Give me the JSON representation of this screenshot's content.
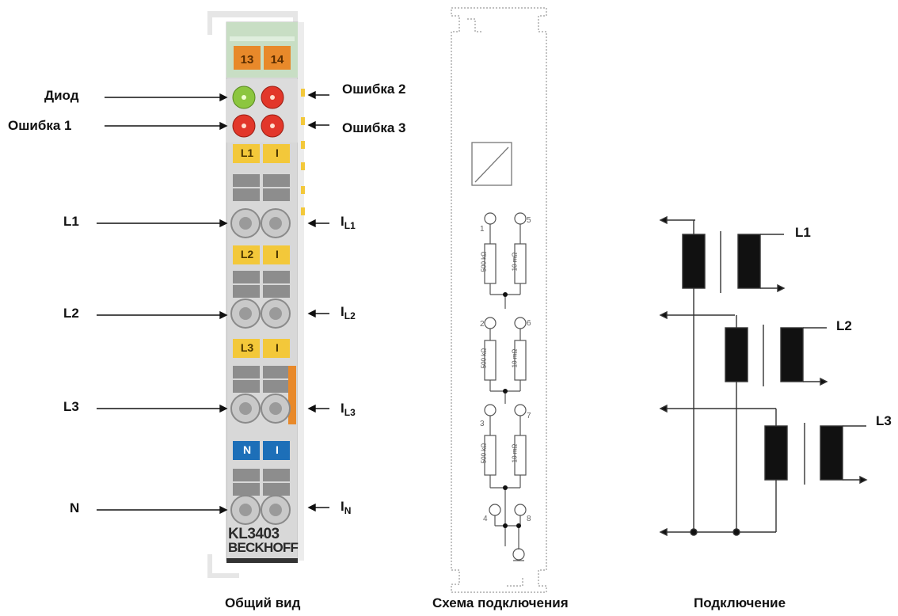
{
  "device": {
    "top_labels": [
      "13",
      "14"
    ],
    "row1_labels": [
      "L1",
      "I"
    ],
    "row2_labels": [
      "L2",
      "I"
    ],
    "row3_labels": [
      "L3",
      "I"
    ],
    "row4_labels": [
      "N",
      "I"
    ],
    "model": "KL3403",
    "brand": "BECKHOFF"
  },
  "callouts_left": {
    "diode": "Диод",
    "error1": "Ошибка 1",
    "l1": "L1",
    "l2": "L2",
    "l3": "L3",
    "n": "N"
  },
  "callouts_right": {
    "error2": "Ошибка 2",
    "error3": "Ошибка 3",
    "il1_main": "I",
    "il1_sub": "L1",
    "il2_main": "I",
    "il2_sub": "L2",
    "il3_main": "I",
    "il3_sub": "L3",
    "in_main": "I",
    "in_sub": "N"
  },
  "schematic": {
    "terminal_numbers": [
      "1",
      "2",
      "3",
      "4",
      "5",
      "6",
      "7",
      "8"
    ],
    "left_component_text": "500 kΩ",
    "right_component_text": "10 mΩ"
  },
  "connection": {
    "labels": [
      "L1",
      "L2",
      "L3"
    ]
  },
  "captions": {
    "overview": "Общий вид",
    "schematic": "Схема подключения",
    "connection": "Подключение"
  },
  "colors": {
    "orange": "#e8892a",
    "yellow": "#f3c83a",
    "blue": "#1d6fb8",
    "green_led": "#8cc63f",
    "red_led": "#e2372a",
    "terminal_gray": "#c9c9c9",
    "rail_green": "#c8dec4"
  }
}
